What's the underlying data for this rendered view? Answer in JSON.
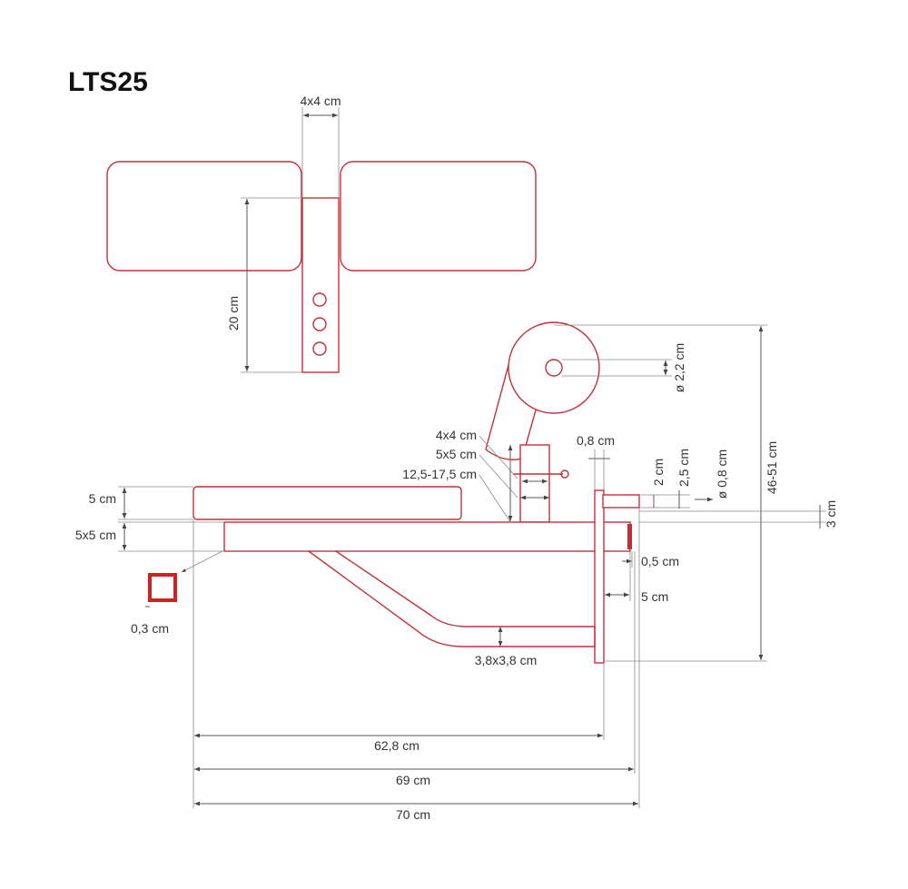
{
  "title": "LTS25",
  "labels": {
    "top_width": "4x4 cm",
    "top_height": "20 cm",
    "diameter_pin": "ø 2,2 cm",
    "tube_4x4": "4x4 cm",
    "tube_5x5": "5x5 cm",
    "adjust_range": "12,5-17,5 cm",
    "wall_08": "0,8 cm",
    "dim_2": "2 cm",
    "dim_25": "2,5 cm",
    "diameter_08": "ø 0,8 cm",
    "height_range": "46-51 cm",
    "dim_3": "3 cm",
    "pad_5": "5 cm",
    "frame_5x5": "5x5 cm",
    "wall_03": "0,3 cm",
    "dim_05": "0,5 cm",
    "dim_5": "5 cm",
    "strut": "3,8x3,8 cm",
    "len_628": "62,8 cm",
    "len_69": "69 cm",
    "len_70": "70 cm"
  },
  "colors": {
    "outline": "#c0303a",
    "dimension": "#5a5a5a"
  }
}
